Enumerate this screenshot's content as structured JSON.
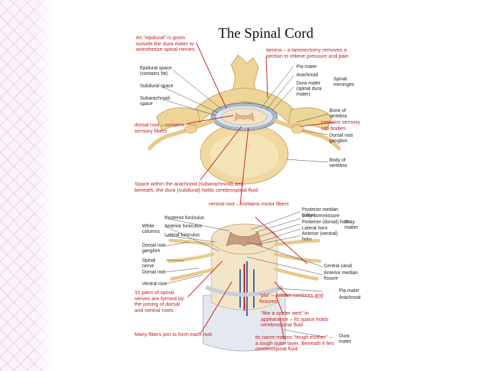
{
  "slide": {
    "title": "The Spinal Cord"
  },
  "top_labels": {
    "epidural_note": "An \"epidural\" is given outside the dura mater to anesthetize spinal nerves",
    "laminectomy_note": "lamina – a laminectomy removes a section to relieve pressure and pain",
    "epidural_space": "Epidural space (contains fat)",
    "subdural_space": "Subdural space",
    "subarachnoid_space": "Subarachnoid space",
    "pia_mater": "Pia mater",
    "arachnoid": "Arachnoid",
    "dura_mater": "Dura mater (spinal dura mater)",
    "spinal_meninges": "Spinal meninges",
    "bone_of_vertebra": "Bone of vertebra",
    "cell_bodies_note": "contains sensory cell bodies",
    "dorsal_root_ganglion": "Dorsal root ganglion",
    "body_of_vertebra": "Body of vertebra",
    "dorsal_root_note": "dorsal root – contains sensory fibers",
    "space_note": "Space within the arachnoid (subarachnoid) and beneath, the dura (subdural) holds cerebrospinal fluid.",
    "ventral_root_note": "ventral root – contains motor fibers"
  },
  "bottom_labels": {
    "posterior_median_sulcus": "Posterior median sulcus",
    "gray_commissure": "Gray commissure",
    "posterior_horn": "Posterior (dorsal) horn",
    "lateral_horn": "Lateral horn",
    "anterior_horn": "Anterior (ventral) horn",
    "gray_matter": "Gray matter",
    "posterior_funiculus": "Posterior funiculus",
    "anterior_funiculus": "Anterior funiculus",
    "lateral_funiculus": "Lateral funiculus",
    "white_columns": "White columns",
    "dorsal_root_ganglion": "Dorsal root ganglion",
    "spinal_nerve": "Spinal nerve",
    "dorsal_root": "Dorsal root",
    "ventral_root": "Ventral root",
    "central_canal": "Central canal",
    "anterior_median_fissure": "Anterior median fissure",
    "pia_mater": "Pia mater",
    "arachnoid": "Arachnoid",
    "dura_mater": "Dura mater",
    "pairs_note": "31 pairs of spinal nerves are formed by the joining of dorsal and ventral roots",
    "pia_note": "\"pia\" – follows contours and fissures",
    "arachnoid_note": "\"like a spider web\" in appearance – its space holds cerebrospinal fluid",
    "dura_note": "its name means \"tough mother\" – a tough outer layer. Beneath it lies cerebrospinal fluid",
    "nerve_fibers_note": "Many fibers join to form each root"
  },
  "colors": {
    "annotation": "#c4181a",
    "bone": "#ecd596",
    "nerve": "#e9c98a",
    "gray_matter": "#c79b7e",
    "accent_pattern": "#dcbedc"
  }
}
